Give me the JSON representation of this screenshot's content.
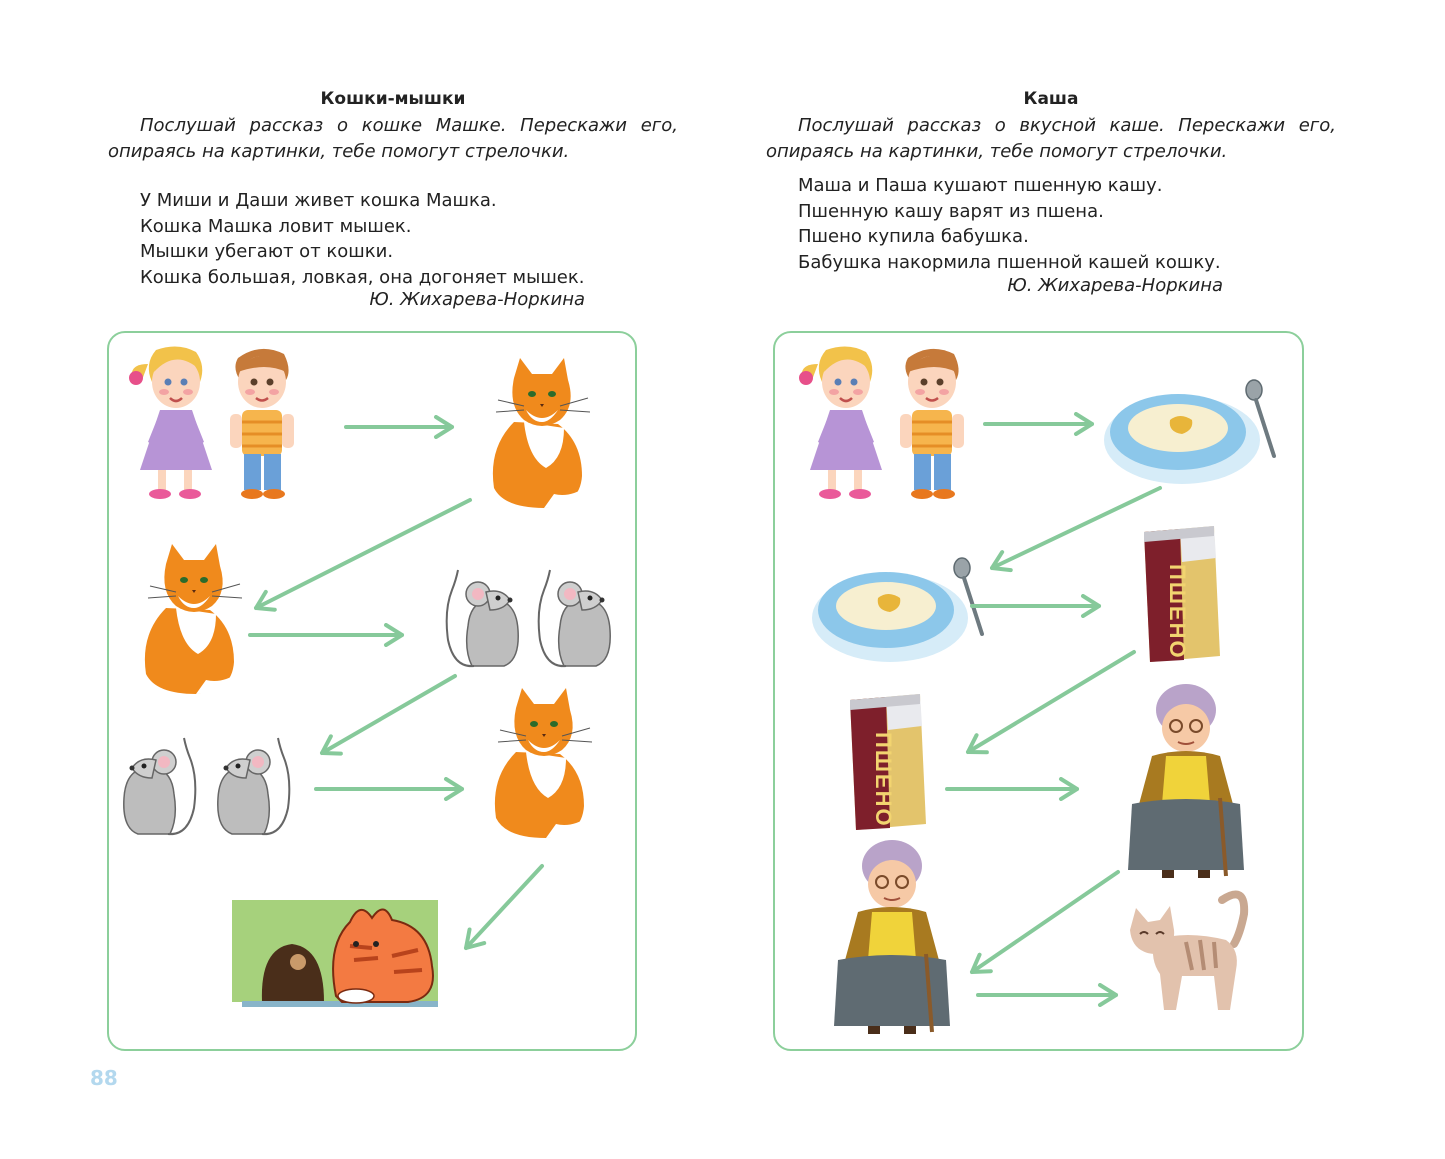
{
  "left": {
    "title": "Кошки-мышки",
    "instruction_line1": "Послушай рассказ о кошке Машке. Перескажи его,",
    "instruction_line2": "опираясь на картинки, тебе помогут стрелочки.",
    "story": [
      "У Миши и Даши живет кошка Машка.",
      "Кошка Машка ловит мышек.",
      "Мышки убегают от кошки.",
      "Кошка большая, ловкая, она догоняет мышек."
    ],
    "author": "Ю. Жихарева-Норкина"
  },
  "right": {
    "title": "Каша",
    "instruction_line1": "Послушай рассказ о вкусной каше. Перескажи его,",
    "instruction_line2": "опираясь на картинки, тебе помогут стрелочки.",
    "story": [
      "Маша и Паша кушают пшенную кашу.",
      "Пшенную кашу варят из пшена.",
      "Пшено купила бабушка.",
      "Бабушка накормила пшенной кашей кошку."
    ],
    "author": "Ю. Жихарева-Норкина",
    "bag_label": "ПШЕНО"
  },
  "page_number": "88",
  "colors": {
    "arrow": "#86c99a",
    "panel_border": "#8ccf9b",
    "page_number": "#b3d8ee",
    "cat_orange": "#f08a1c",
    "mouse_grey": "#bdbdbd"
  },
  "icons": [
    "children-icon",
    "cat-icon",
    "mice-icon",
    "cat-hunting-icon",
    "porridge-plate-icon",
    "millet-bag-icon",
    "grandmother-icon",
    "tabby-cat-icon",
    "arrow-icon"
  ]
}
